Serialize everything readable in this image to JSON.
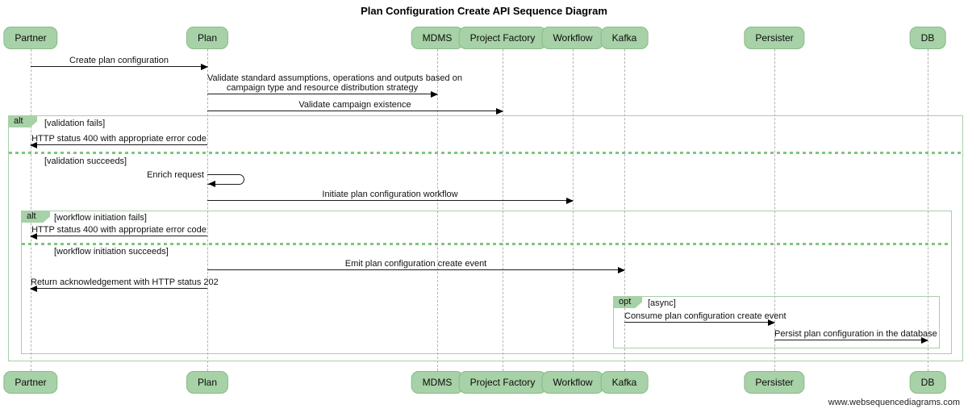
{
  "title": "Plan Configuration Create API Sequence Diagram",
  "watermark": "www.websequencediagrams.com",
  "actors": {
    "partner": "Partner",
    "plan": "Plan",
    "mdms": "MDMS",
    "project_factory": "Project Factory",
    "workflow": "Workflow",
    "kafka": "Kafka",
    "persister": "Persister",
    "db": "DB"
  },
  "messages": {
    "create_plan_config": "Create plan configuration",
    "validate_standard_l1": "Validate standard assumptions, operations and outputs based on",
    "validate_standard_l2": "campaign type and resource distribution strategy",
    "validate_campaign": "Validate campaign existence",
    "http_400": "HTTP status 400 with appropriate error code",
    "enrich_request": "Enrich request",
    "initiate_workflow": "Initiate plan configuration workflow",
    "emit_event": "Emit plan configuration create event",
    "return_ack": "Return acknowledgement with HTTP status 202",
    "consume_event": "Consume plan configuration create event",
    "persist_db": "Persist plan configuration in the database"
  },
  "fragments": {
    "alt_validation": {
      "label": "alt",
      "fail": "[validation fails]",
      "success": "[validation succeeds]"
    },
    "alt_workflow": {
      "label": "alt",
      "fail": "[workflow initiation fails]",
      "success": "[workflow initiation succeeds]"
    },
    "opt_async": {
      "label": "opt",
      "condition": "[async]"
    }
  },
  "colors": {
    "actor_fill": "#a7d1a7",
    "actor_border": "#8bb98b",
    "frame_border": "#a6d0a6",
    "divider_green": "#7ec67e",
    "lifeline_grey": "#b3b3b3",
    "arrow_black": "#000000"
  }
}
